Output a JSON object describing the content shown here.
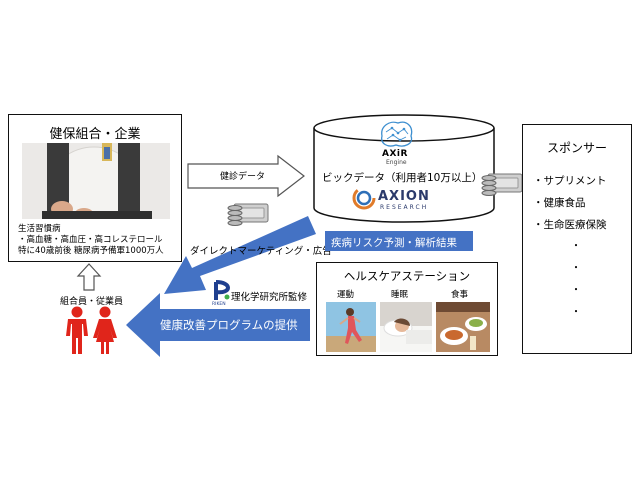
{
  "insurer": {
    "title": "健保組合・企業",
    "note_line1": "生活習慣病",
    "note_line2": "・高血糖・高血圧・高コレステロール",
    "note_line3": "特に40歳前後 糖尿病予備軍1000万人"
  },
  "arrows": {
    "checkup_data": "健診データ",
    "direct_marketing": "ダイレクトマーケティング・広告",
    "program": "健康改善プログラムの提供"
  },
  "engine": {
    "logo_name": "AXiR",
    "logo_sub": "Engine",
    "bigdata": "ビックデータ（利用者10万以上）",
    "brand": "AXION",
    "brand_sub": "RESEARCH"
  },
  "result_badge": "疾病リスク予測・解析結果",
  "sponsor": {
    "title": "スポンサー",
    "items": [
      "・サプリメント",
      "・健康食品",
      "・生命医療保険"
    ],
    "dots": [
      "・",
      "・",
      "・",
      "・"
    ]
  },
  "station": {
    "title": "ヘルスケアステーション",
    "labels": [
      "運動",
      "睡眠",
      "食事"
    ]
  },
  "riken": {
    "label": "理化学研究所監修",
    "logo_text": "RIKEN"
  },
  "members": {
    "label": "組合員・従業員"
  },
  "colors": {
    "accent_blue": "#4472c4",
    "person_red": "#e0251b",
    "navy": "#2b3a6b"
  }
}
